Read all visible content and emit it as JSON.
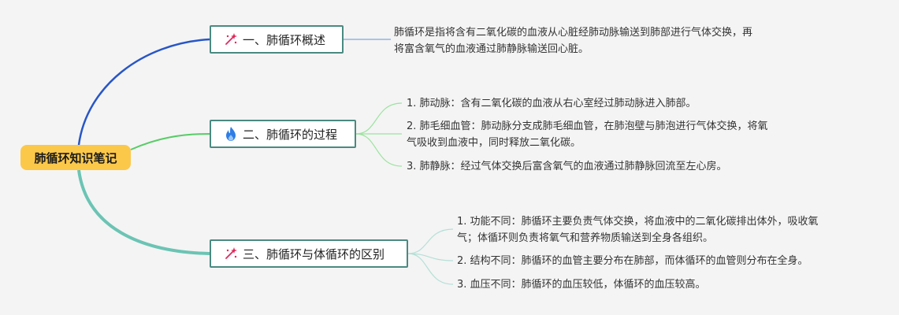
{
  "root": {
    "label": "肺循环知识笔记"
  },
  "branches": [
    {
      "label": "一、肺循环概述",
      "icon": "sparkle-icon",
      "color": "#2856c6",
      "notes": [
        {
          "lines": [
            "肺循环是指将含有二氧化碳的血液从心脏经肺动脉输送到肺部进行气体交换，再",
            "将富含氧气的血液通过肺静脉输送回心脏。"
          ]
        }
      ]
    },
    {
      "label": "二、肺循环的过程",
      "icon": "fire-icon",
      "color": "#57cc66",
      "notes": [
        {
          "lines": [
            "1. 肺动脉：含有二氧化碳的血液从右心室经过肺动脉进入肺部。"
          ]
        },
        {
          "lines": [
            "2. 肺毛细血管：肺动脉分支成肺毛细血管，在肺泡壁与肺泡进行气体交换，将氧",
            "气吸收到血液中，同时释放二氧化碳。"
          ]
        },
        {
          "lines": [
            "3. 肺静脉：经过气体交换后富含氧气的血液通过肺静脉回流至左心房。"
          ]
        }
      ]
    },
    {
      "label": "三、肺循环与体循环的区别",
      "icon": "sparkle-icon",
      "color": "#6bc4b4",
      "notes": [
        {
          "lines": [
            "1. 功能不同：肺循环主要负责气体交换，将血液中的二氧化碳排出体外，吸收氧",
            "气；体循环则负责将氧气和营养物质输送到全身各组织。"
          ]
        },
        {
          "lines": [
            "2. 结构不同：肺循环的血管主要分布在肺部，而体循环的血管则分布在全身。"
          ]
        },
        {
          "lines": [
            "3. 血压不同：肺循环的血压较低，体循环的血压较高。"
          ]
        }
      ]
    }
  ],
  "colors": {
    "root_fill": "#fcc84a",
    "branch_border": "#4a8a80",
    "sparkle": "#e0285a",
    "fire": "#2f7ee6",
    "leaf_line_1": "#7aa6e0",
    "leaf_line_2": "#9be39f",
    "leaf_line_3": "#b5e0d6"
  }
}
